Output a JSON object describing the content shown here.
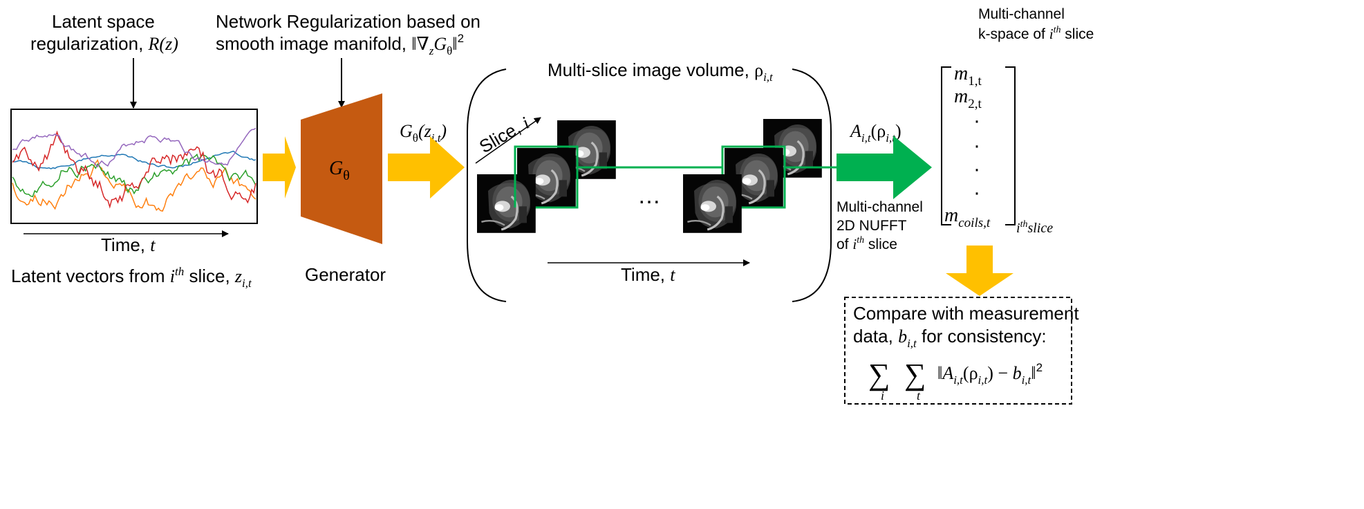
{
  "latent": {
    "title_line1": "Latent space",
    "title_line2": "regularization, ",
    "title_math": "R(z)",
    "time_axis": "Time, ",
    "time_var": "t",
    "caption_pre": "Latent vectors from ",
    "caption_i": "i",
    "caption_th": "th",
    "caption_post": " slice, ",
    "caption_z": "z",
    "caption_sub": "i,t",
    "series_colors": [
      "#1f77b4",
      "#ff7f0e",
      "#2ca02c",
      "#d62728",
      "#9467bd"
    ]
  },
  "network_reg": {
    "line1": "Network Regularization based on",
    "line2": "smooth image manifold, ",
    "norm": "‖∇",
    "norm_sub_z": "z",
    "norm_G": "G",
    "norm_theta": "θ",
    "norm_close": "‖",
    "norm_sup": "2"
  },
  "generator": {
    "symbol": "G",
    "symbol_sub": "θ",
    "label": "Generator",
    "color": "#c55a11"
  },
  "gen_output": {
    "G": "G",
    "theta": "θ",
    "z": "(z",
    "sub": "i,t",
    "close": ")"
  },
  "volume": {
    "title": "Multi-slice image volume, ",
    "rho": "ρ",
    "rho_sub": "i,t",
    "slice_label": "Slice, ",
    "slice_var": "i",
    "ellipsis": "…",
    "time_label": "Time, ",
    "time_var": "t",
    "frame_color": "#00b050"
  },
  "forward_op": {
    "A": "A",
    "sub": "i,t",
    "rho": "(ρ",
    "rho_sub": "i,t",
    "close": ")",
    "desc_line1": "Multi-channel",
    "desc_line2": "2D NUFFT",
    "desc_line3_pre": "of ",
    "desc_i": "i",
    "desc_th": "th",
    "desc_line3_post": " slice",
    "arrow_color": "#00b050"
  },
  "kspace": {
    "title_line1": "Multi-channel",
    "title_line2_pre": "k-space of ",
    "title_i": "i",
    "title_th": "th",
    "title_line2_post": " slice",
    "entries": [
      {
        "m": "m",
        "sub": "1,t"
      },
      {
        "m": "m",
        "sub": "2,t"
      }
    ],
    "dots": [
      "·",
      "·",
      "·",
      "·"
    ],
    "last_m": "m",
    "last_sub": "coils,t",
    "bracket_sub_i": "i",
    "bracket_sub_th": "th",
    "bracket_sub_slice": "slice"
  },
  "compare": {
    "line1": "Compare with measurement",
    "line2_pre": "data, ",
    "line2_b": "b",
    "line2_sub": "i,t",
    "line2_post": " for consistency:",
    "sum_sym": "∑",
    "sum_i": "i",
    "sum_t": "t",
    "norm_open": "‖",
    "A": "A",
    "A_sub": "i,t",
    "rho": "(ρ",
    "rho_sub": "i,t",
    "minus": ") − ",
    "b": "b",
    "b_sub": "i,t",
    "norm_close": "‖",
    "sup": "2"
  },
  "arrows": {
    "flow_color": "#ffc000"
  }
}
